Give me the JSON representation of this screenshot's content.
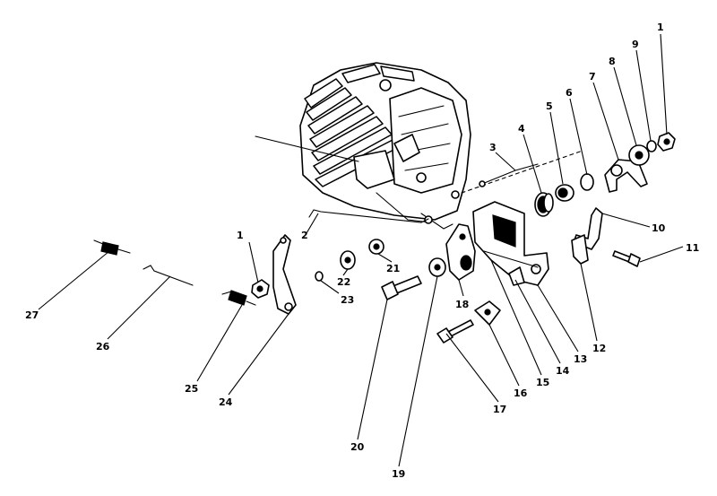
{
  "diagram": {
    "callouts": [
      {
        "id": "c1a",
        "label": "1"
      },
      {
        "id": "c1b",
        "label": "1"
      },
      {
        "id": "c2",
        "label": "2"
      },
      {
        "id": "c3",
        "label": "3"
      },
      {
        "id": "c4",
        "label": "4"
      },
      {
        "id": "c5",
        "label": "5"
      },
      {
        "id": "c6",
        "label": "6"
      },
      {
        "id": "c7",
        "label": "7"
      },
      {
        "id": "c8",
        "label": "8"
      },
      {
        "id": "c9",
        "label": "9"
      },
      {
        "id": "c10",
        "label": "10"
      },
      {
        "id": "c11",
        "label": "11"
      },
      {
        "id": "c12",
        "label": "12"
      },
      {
        "id": "c13",
        "label": "13"
      },
      {
        "id": "c14",
        "label": "14"
      },
      {
        "id": "c15",
        "label": "15"
      },
      {
        "id": "c16",
        "label": "16"
      },
      {
        "id": "c17",
        "label": "17"
      },
      {
        "id": "c18",
        "label": "18"
      },
      {
        "id": "c19",
        "label": "19"
      },
      {
        "id": "c20",
        "label": "20"
      },
      {
        "id": "c21",
        "label": "21"
      },
      {
        "id": "c22",
        "label": "22"
      },
      {
        "id": "c23",
        "label": "23"
      },
      {
        "id": "c24",
        "label": "24"
      },
      {
        "id": "c25",
        "label": "25"
      },
      {
        "id": "c26",
        "label": "26"
      },
      {
        "id": "c27",
        "label": "27"
      }
    ]
  }
}
